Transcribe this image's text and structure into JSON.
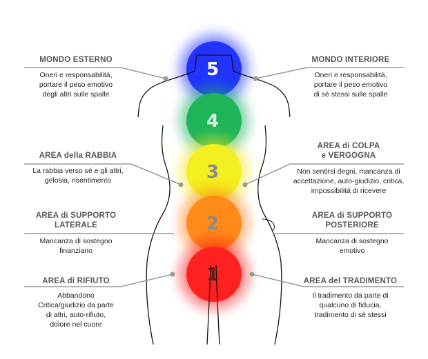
{
  "zones": [
    {
      "number": "5",
      "color": "#2233ff",
      "glow": "#1a2cff",
      "label_color": "#ffffff"
    },
    {
      "number": "4",
      "color": "#20b45a",
      "glow": "#18b060",
      "label_color": "#d8f2e0"
    },
    {
      "number": "3",
      "color": "#f4ef20",
      "glow": "#f0e81a",
      "label_color": "#8a8a8a"
    },
    {
      "number": "2",
      "color": "#ff8a1a",
      "glow": "#ff7a10",
      "label_color": "#8a8a8a"
    },
    {
      "number": "1",
      "color": "#ff2020",
      "glow": "#ff1010",
      "label_color": "#6a1a1a"
    }
  ],
  "left_labels": [
    {
      "title": [
        "MONDO ESTERNO"
      ],
      "desc": [
        "Oneri e responsabilità,",
        "portare il peso emotivo",
        "degli altri sulle spalle"
      ]
    },
    {
      "title": [
        "AREA della RABBIA"
      ],
      "desc": [
        "La rabbia verso sé e gli altri,",
        "gelosia, risentimento"
      ]
    },
    {
      "title": [
        "AREA di SUPPORTO",
        "LATERALE"
      ],
      "desc": [
        "Mancanza di sostegno",
        "finanziario"
      ]
    },
    {
      "title": [
        "AREA di RIFIUTO"
      ],
      "desc": [
        "Abbandono",
        "Critica/giudizio da parte",
        "di altri, auto-rifiuto,",
        "dolore nel cuore"
      ]
    }
  ],
  "right_labels": [
    {
      "title": [
        "MONDO INTERIORE"
      ],
      "desc": [
        "Oneri e responsabilità,",
        "portare il peso emotivo",
        "di sé stessi sulle spalle"
      ]
    },
    {
      "title": [
        "AREA di COLPA",
        "e VERGOGNA"
      ],
      "desc": [
        "Non sentirsi degni, mancanza di",
        "accettazione, auto-giudizio, critica,",
        "impossibilità di ricevere"
      ]
    },
    {
      "title": [
        "AREA di SUPPORTO",
        "POSTERIORE"
      ],
      "desc": [
        "Mancanza di sostegno",
        "emotivo"
      ]
    },
    {
      "title": [
        "AREA del TRADIMENTO"
      ],
      "desc": [
        "Il tradimento da parte di",
        "qualcuno di fiducia,",
        "tradimento di sè stessi"
      ]
    }
  ],
  "colors": {
    "connector": "#9a9a9a",
    "body_outline": "#111111"
  }
}
